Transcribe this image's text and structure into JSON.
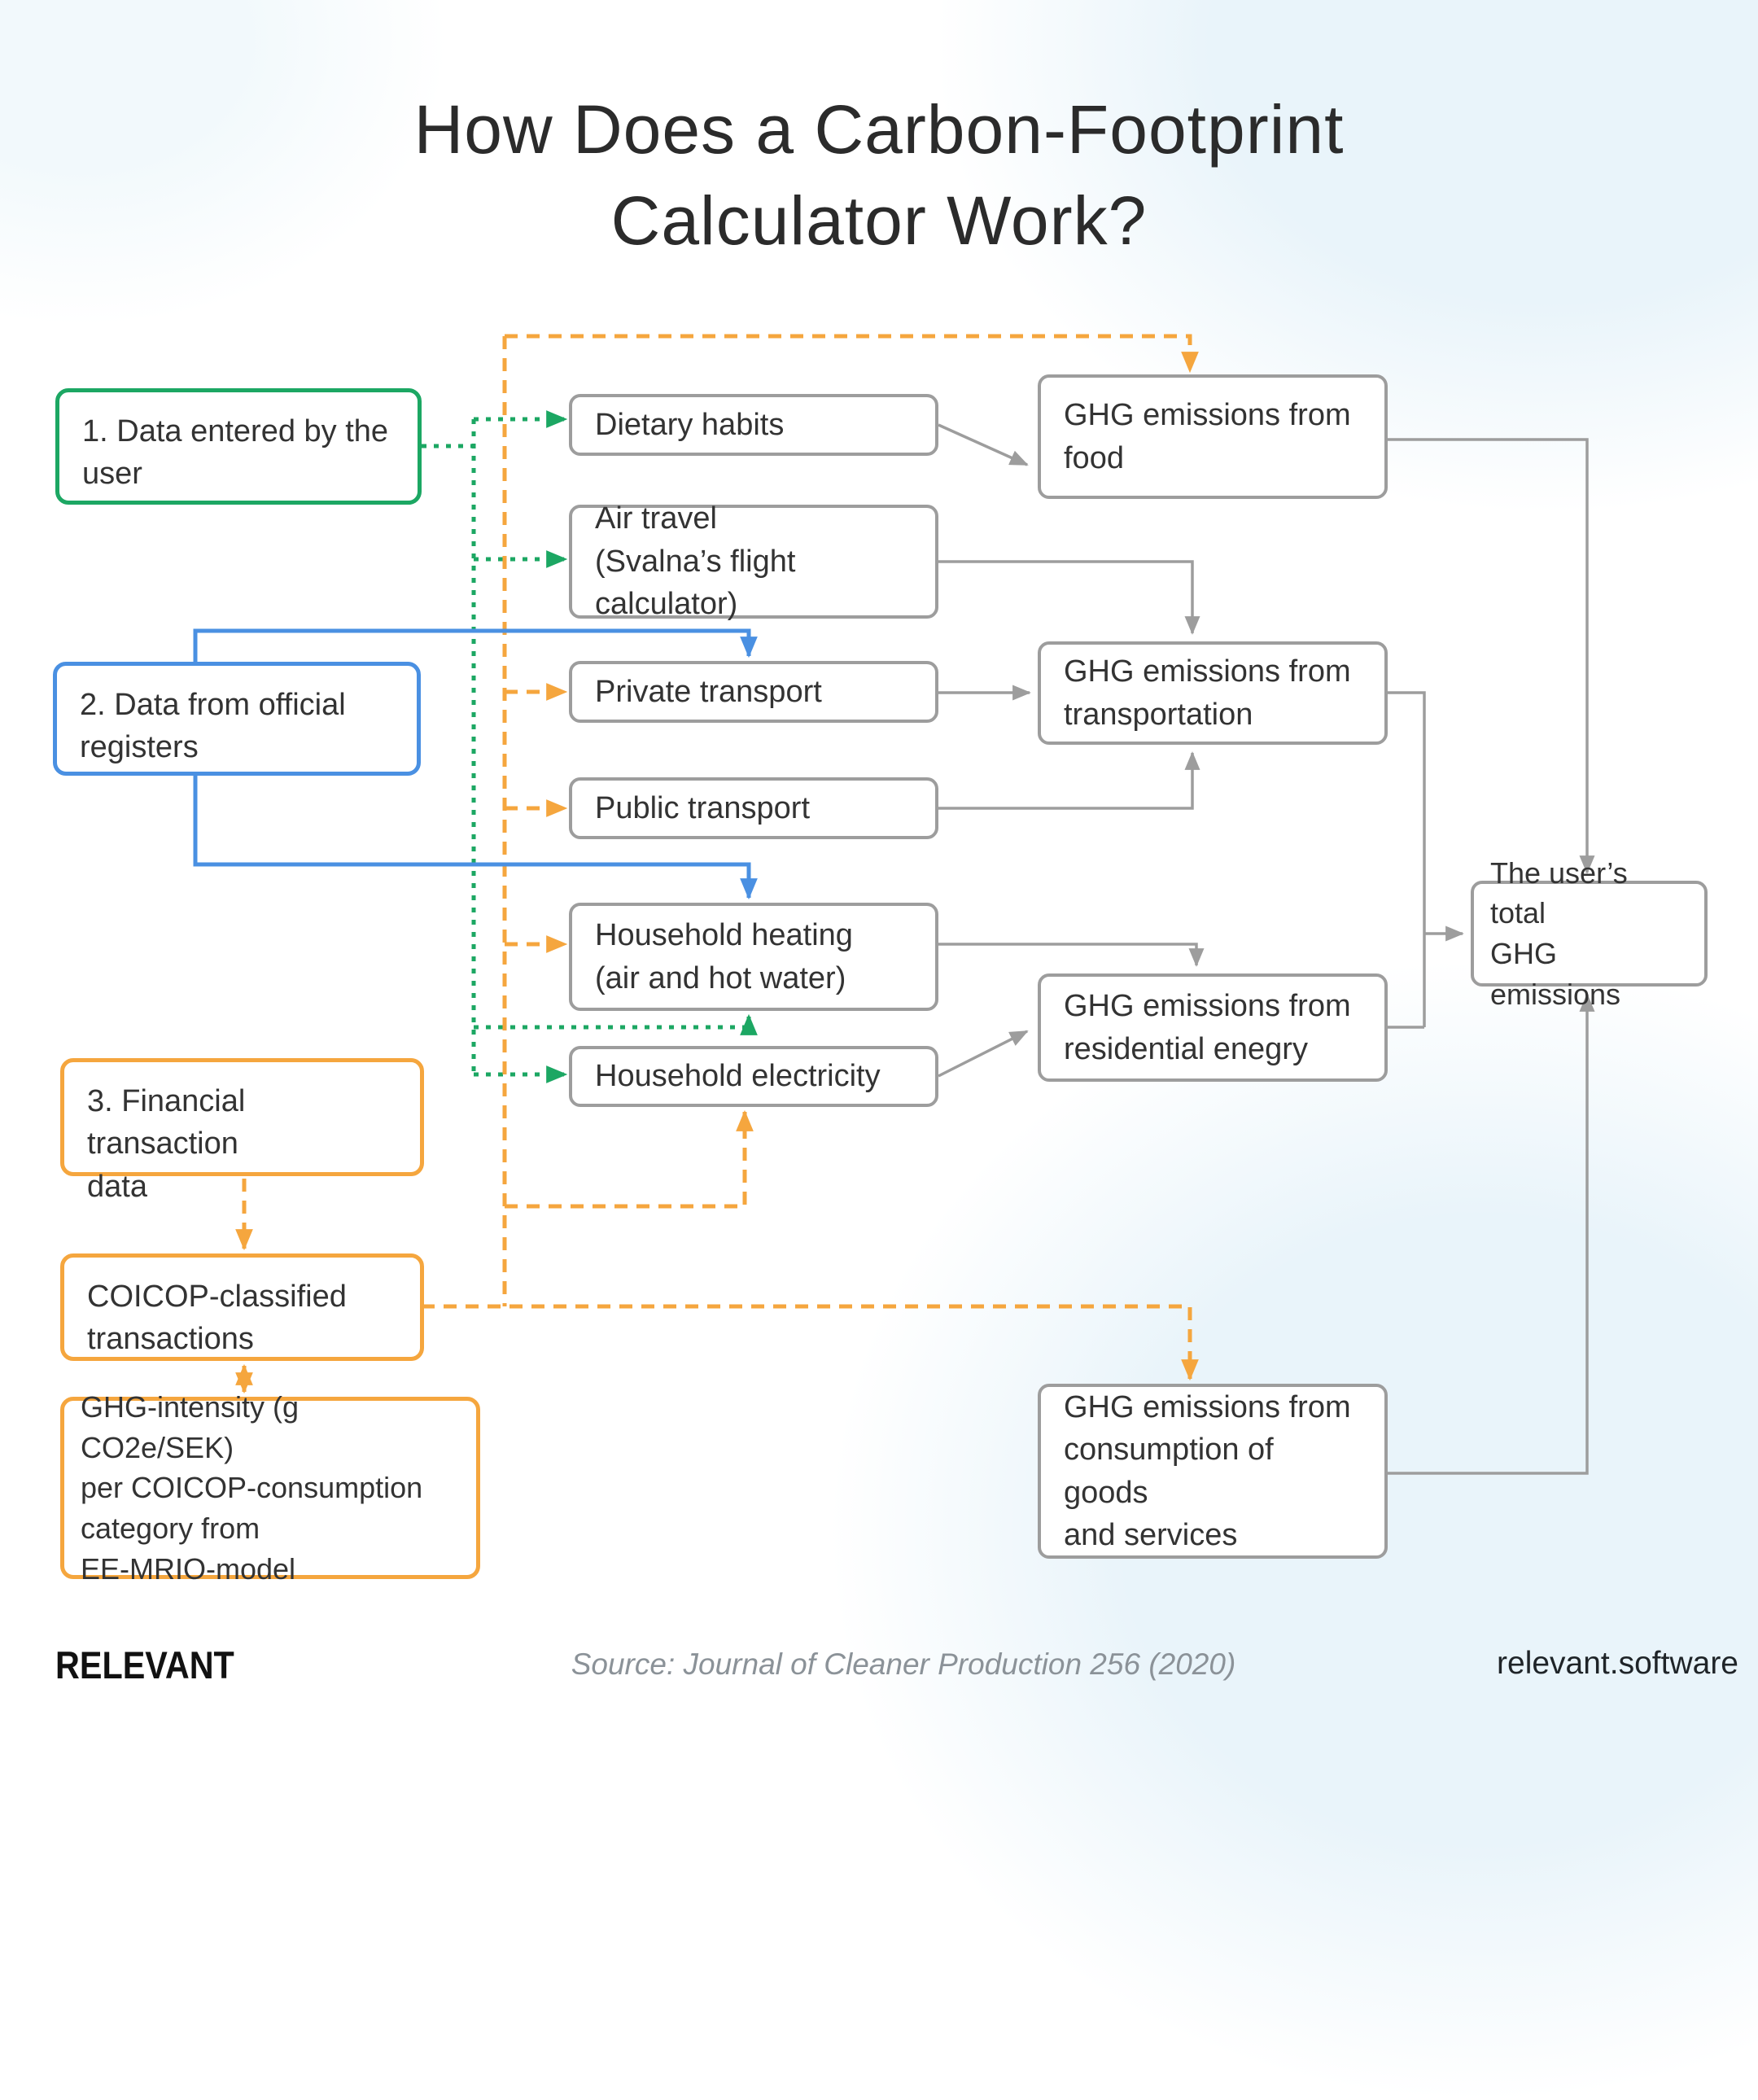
{
  "title": "How Does a Carbon-Footprint\nCalculator Work?",
  "colors": {
    "green": "#1ca763",
    "blue": "#4a90e2",
    "orange": "#f5a63e",
    "gray": "#9d9d9d",
    "text": "#333333",
    "muted": "#8b9298",
    "brand": "#111111",
    "bg": "#ffffff",
    "tint": "#e9f4fa"
  },
  "nodes": {
    "data_user": {
      "label": "1. Data entered by the\nuser"
    },
    "data_registers": {
      "label": "2. Data from official\nregisters"
    },
    "data_financial": {
      "label": "3. Financial transaction\ndata"
    },
    "coicop": {
      "label": "COICOP-classified\ntransactions"
    },
    "ghg_intensity": {
      "label": "GHG-intensity (g CO2e/SEK)\nper COICOP-consumption\ncategory from\nEE-MRIO-model"
    },
    "dietary": {
      "label": "Dietary habits"
    },
    "air_travel": {
      "label": "Air travel\n(Svalna’s flight\ncalculator)"
    },
    "private_transport": {
      "label": "Private transport"
    },
    "public_transport": {
      "label": "Public transport"
    },
    "household_heating": {
      "label": "Household heating\n(air and hot water)"
    },
    "household_electricity": {
      "label": "Household electricity"
    },
    "ghg_food": {
      "label": "GHG emissions from\nfood"
    },
    "ghg_transportation": {
      "label": "GHG emissions from\ntransportation"
    },
    "ghg_residential": {
      "label": "GHG emissions from\nresidential enegry"
    },
    "ghg_consumption": {
      "label": "GHG emissions from\nconsumption  of goods\nand services"
    },
    "user_total": {
      "label": "The user’s total\nGHG emissions"
    }
  },
  "footer": {
    "brand": "RELEVANT",
    "source": "Source: Journal of Cleaner Production 256 (2020)",
    "website": "relevant.software"
  }
}
